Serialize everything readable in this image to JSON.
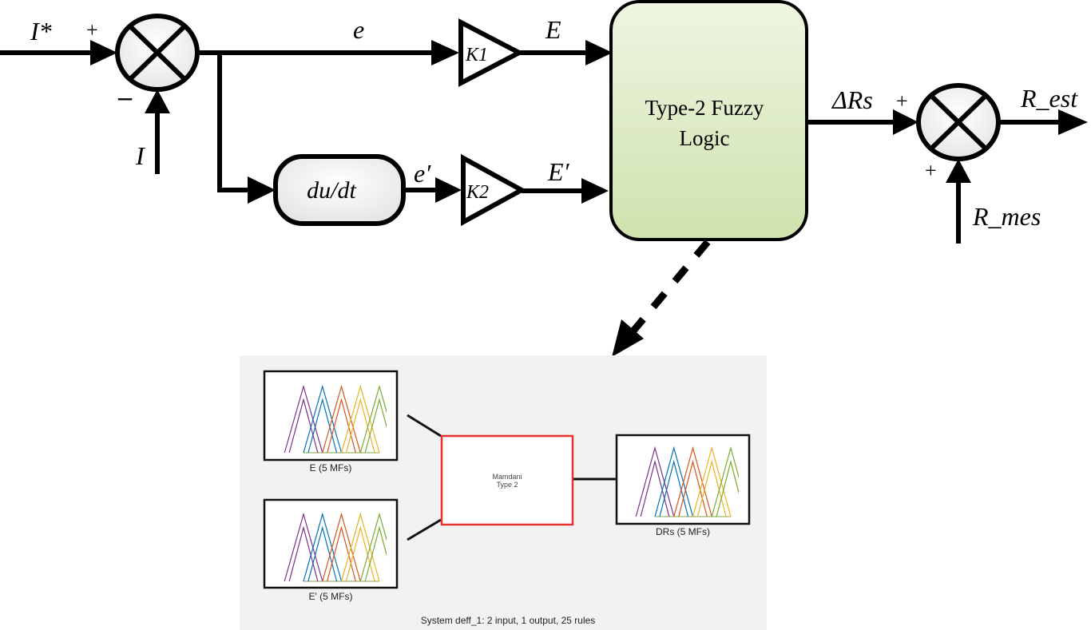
{
  "block_diagram": {
    "input_ref": "I*",
    "input_meas": "I",
    "sum1_plus": "+",
    "sum1_minus": "–",
    "error": "e",
    "derivative_block": "du/dt",
    "error_derivative": "e′",
    "gain1": "K1",
    "gain2": "K2",
    "scaled_error": "E",
    "scaled_error_derivative": "E′",
    "fuzzy_block_line1": "Type-2 Fuzzy",
    "fuzzy_block_line2": "Logic",
    "fuzzy_output": "ΔRs",
    "sum2_plus_top": "+",
    "sum2_plus_bottom": "+",
    "output": "R_est",
    "measured_resistance": "R_mes"
  },
  "fis_panel": {
    "input1_label": "E (5 MFs)",
    "input2_label": "E' (5 MFs)",
    "output_label": "DRs (5 MFs)",
    "engine_line1": "Mamdani",
    "engine_line2": "Type 2",
    "footer": "System deff_1: 2 input, 1 output, 25 rules",
    "mf_colors": [
      "#7e2f8e",
      "#0072bd",
      "#d95319",
      "#edb120",
      "#77ac30"
    ]
  },
  "colors": {
    "fuzzy_block_fill": "#dcebc4",
    "engine_border": "#e8322b",
    "panel_bg": "#f2f2f2"
  }
}
